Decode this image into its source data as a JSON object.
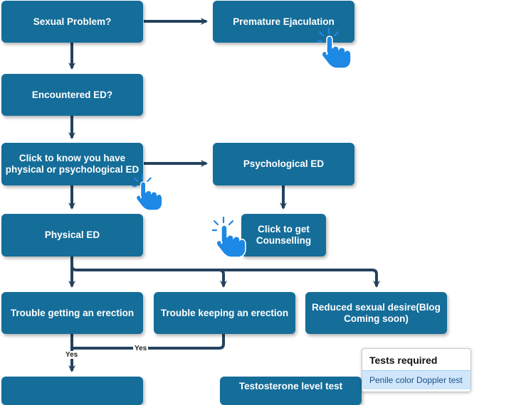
{
  "nodes": {
    "sexual_problem": "Sexual Problem?",
    "premature_ejaculation": "Premature Ejaculation",
    "encountered_ed": "Encountered ED?",
    "click_to_know": "Click to know you have physical or psychological ED",
    "psychological_ed": "Psychological ED",
    "counselling": "Click to get Counselling",
    "physical_ed": "Physical ED",
    "trouble_getting": "Trouble getting an erection",
    "trouble_keeping": "Trouble keeping an erection",
    "reduced_desire": "Reduced sexual desire(Blog Coming soon)",
    "partial_node": "Testosterone level test"
  },
  "edge_labels": {
    "yes_left": "Yes",
    "yes_right": "Yes"
  },
  "tests_panel": {
    "title": "Tests required",
    "item": "Penile color Doppler test"
  },
  "colors": {
    "node_fill": "#156d99",
    "edge": "#24425e",
    "hand": "#1e88e5"
  },
  "icons": [
    "tap-hand-icon"
  ]
}
